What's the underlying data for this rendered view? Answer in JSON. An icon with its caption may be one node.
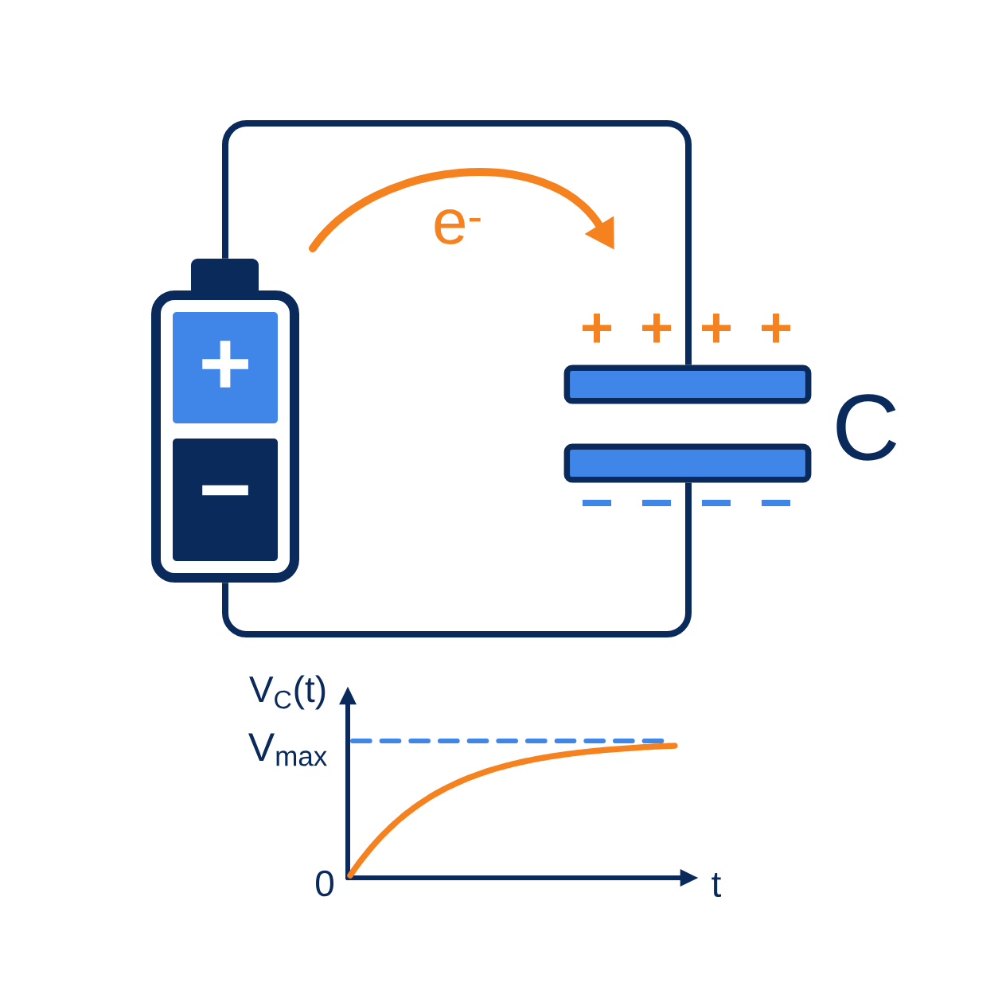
{
  "diagram": {
    "nodes": [
      {
        "text": [],
        "shape": "battery"
      },
      {
        "text": [],
        "shape": "bar"
      },
      {
        "text": [],
        "shape": "bar"
      }
    ],
    "edges": [
      {
        "from": 0,
        "to": 1,
        "arrow": "none"
      },
      {
        "from": 0,
        "to": 2,
        "arrow": "none"
      }
    ],
    "labels": [
      "e$^{-}$",
      "+",
      "+",
      "+",
      "+",
      "+",
      "C",
      "−",
      "−",
      "−",
      "−",
      "−",
      "V$_{C}$(t)",
      "V$_{max}$",
      "0",
      "t"
    ]
  }
}
